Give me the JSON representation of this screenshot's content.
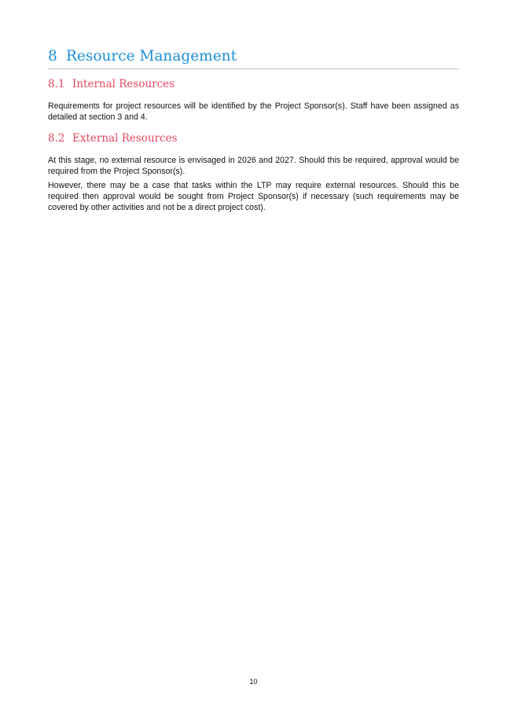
{
  "section": {
    "number": "8",
    "title": "Resource Management"
  },
  "subsections": [
    {
      "number": "8.1",
      "title": "Internal Resources",
      "paragraphs": [
        "Requirements for project resources will be identified by the Project Sponsor(s). Staff have been assigned as detailed at section 3 and 4."
      ]
    },
    {
      "number": "8.2",
      "title": "External Resources",
      "paragraphs": [
        "At this stage, no external resource is envisaged in 2026 and 2027. Should this be required, approval would be required from the Project Sponsor(s).",
        "However, there may be a case that tasks within the LTP may require external resources. Should this be required then approval would be sought from Project Sponsor(s) if necessary (such requirements may be covered by other activities and not be a direct project cost)."
      ]
    }
  ],
  "page_number": "10",
  "colors": {
    "heading1": "#1a8fd6",
    "heading2": "#e8485f"
  }
}
